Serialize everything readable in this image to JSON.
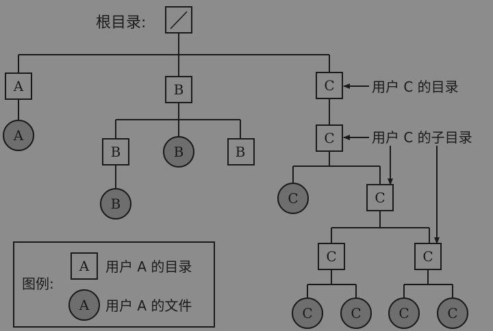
{
  "colors": {
    "background": "#8c8c8c",
    "file_fill": "#6e6e6e",
    "stroke": "#1a1a1a"
  },
  "root": {
    "label": "根目录:",
    "icon": "slash-icon"
  },
  "nodes": {
    "a_dir": "A",
    "a_file": "A",
    "b_dir": "B",
    "b_sub1": "B",
    "b_file1": "B",
    "b_sub2": "B",
    "b_sub1_file": "B",
    "c_dir": "C",
    "c_sub": "C",
    "c_file": "C",
    "c_sub2": "C",
    "c_sub3a": "C",
    "c_sub3b": "C",
    "c_f1": "C",
    "c_f2": "C",
    "c_f3": "C",
    "c_f4": "C"
  },
  "annotations": {
    "user_c_dir": "用户 C 的目录",
    "user_c_subdir": "用户 C 的子目录"
  },
  "legend": {
    "title": "图例:",
    "dir_symbol": "A",
    "dir_label": "用户 A 的目录",
    "file_symbol": "A",
    "file_label": "用户 A 的文件"
  }
}
